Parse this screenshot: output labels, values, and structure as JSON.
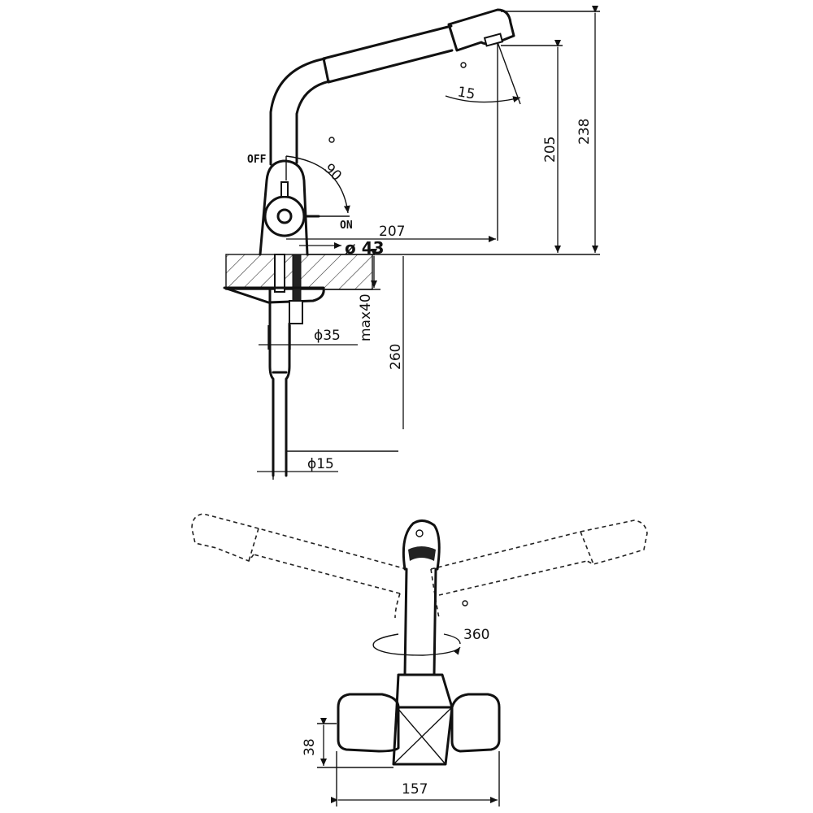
{
  "dimensions": {
    "height_total": "238",
    "height_spout": "205",
    "reach": "207",
    "base_diameter": "ø 43",
    "hole_diameter": "ϕ35",
    "max_thickness": "max40",
    "hose_length": "260",
    "hose_diameter": "ϕ15",
    "spout_angle": "15",
    "lever_angle": "90",
    "rotation": "360",
    "base_height": "38",
    "base_width": "157"
  },
  "labels": {
    "off": "OFF",
    "on": "ON"
  }
}
